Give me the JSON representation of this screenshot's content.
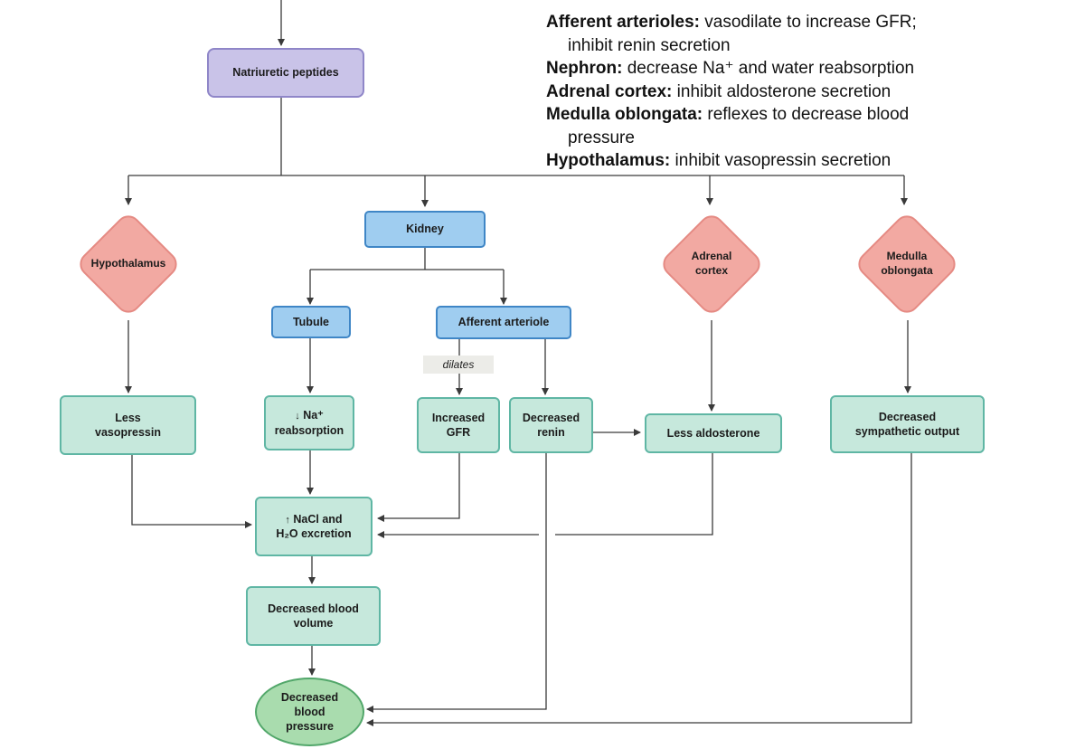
{
  "diagram": {
    "nodes": {
      "natriuretic": "Natriuretic peptides",
      "hypothalamus": [
        "Hypothalamus"
      ],
      "kidney": "Kidney",
      "adrenal": [
        "Adrenal",
        "cortex"
      ],
      "medulla": [
        "Medulla",
        "oblongata"
      ],
      "tubule": "Tubule",
      "afferent": "Afferent arteriole",
      "dilates": "dilates",
      "less_vasopressin": [
        "Less",
        "vasopressin"
      ],
      "na_reabsorption": {
        "arrow": "↓",
        "line1": "Na⁺",
        "line2": "reabsorption"
      },
      "increased_gfr": [
        "Increased",
        "GFR"
      ],
      "decreased_renin": [
        "Decreased",
        "renin"
      ],
      "less_aldosterone": "Less aldosterone",
      "decreased_sympathetic": [
        "Decreased",
        "sympathetic output"
      ],
      "nacl_excretion": {
        "arrow": "↑",
        "line1": "NaCl and",
        "line2": "H₂O excretion"
      },
      "decreased_volume": [
        "Decreased blood",
        "volume"
      ],
      "decreased_pressure": [
        "Decreased",
        "blood",
        "pressure"
      ]
    },
    "colors": {
      "line": "#3a3a3a",
      "purple_fill": "#c9c3e8",
      "blue_fill": "#9fcdf0",
      "green_fill": "#c6e8dc",
      "diamond_fill": "#f2a9a2",
      "oval_fill": "#a9dcae"
    }
  },
  "notes": [
    {
      "term": "Afferent arterioles:",
      "text": " vasodilate to increase GFR;",
      "cont": "inhibit renin secretion"
    },
    {
      "term": "Nephron:",
      "text": " decrease Na⁺ and water reabsorption",
      "cont": ""
    },
    {
      "term": "Adrenal cortex:",
      "text": " inhibit aldosterone secretion",
      "cont": ""
    },
    {
      "term": "Medulla oblongata:",
      "text": " reflexes to decrease blood",
      "cont": "pressure"
    },
    {
      "term": "Hypothalamus:",
      "text": " inhibit vasopressin secretion",
      "cont": ""
    }
  ]
}
